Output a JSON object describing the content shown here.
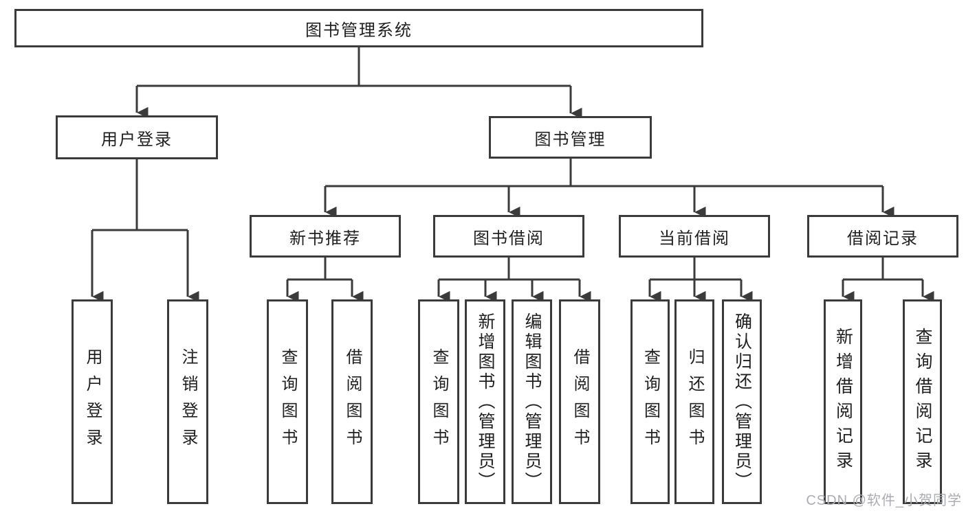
{
  "diagram": {
    "title": "图书管理系统",
    "root": {
      "label": "图书管理系统"
    },
    "level2": [
      {
        "label": "用户登录"
      },
      {
        "label": "图书管理"
      }
    ],
    "level3": [
      {
        "label": "新书推荐"
      },
      {
        "label": "图书借阅"
      },
      {
        "label": "当前借阅"
      },
      {
        "label": "借阅记录"
      }
    ],
    "leaves": {
      "user_login": [
        "用户登录",
        "注销登录"
      ],
      "new_books": [
        "查询图书",
        "借阅图书"
      ],
      "book_borrow": [
        "查询图书",
        "新增图书︵管理员︶",
        "编辑图书︵管理员︶",
        "借阅图书"
      ],
      "current_borrow": [
        "查询图书",
        "归还图书",
        "确认归还︵管理员︶"
      ],
      "borrow_records": [
        "新增借阅记录",
        "查询借阅记录"
      ]
    },
    "colors": {
      "line": "#3b3b3b",
      "text": "#1f1f1f",
      "box_bg": "#ffffff"
    }
  },
  "watermark": {
    "text": "CSDN @软件_小贺同学"
  }
}
